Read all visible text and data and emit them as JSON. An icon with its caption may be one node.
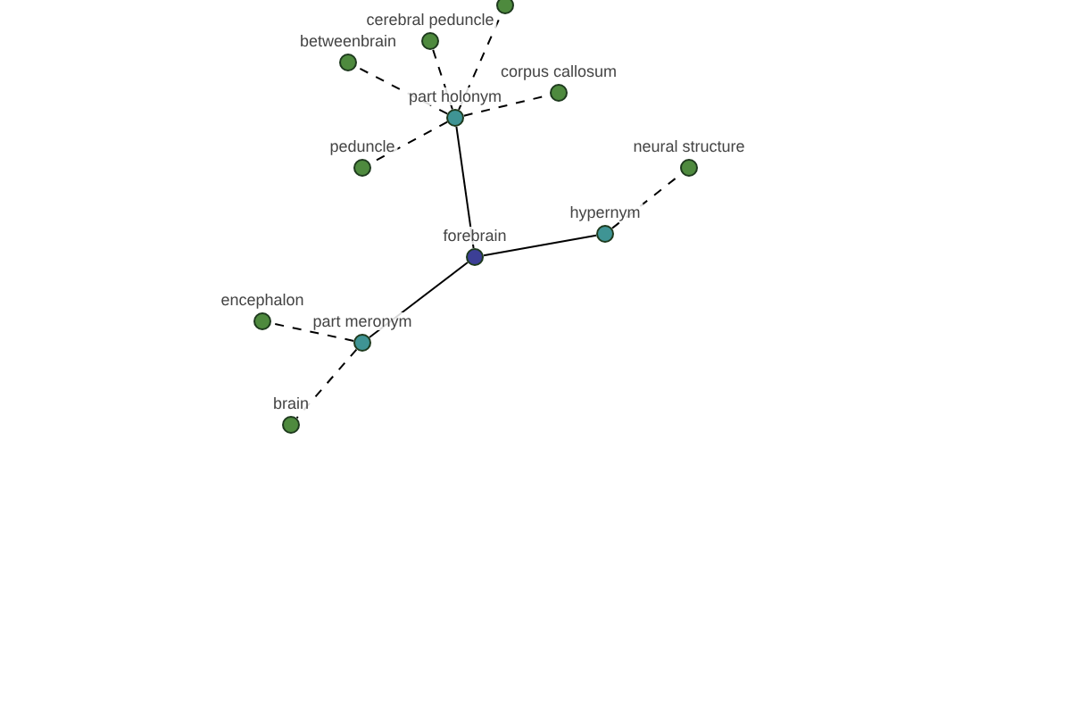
{
  "diagram": {
    "nodes": [
      {
        "text": [],
        "shape": "circle"
      },
      {
        "text": [
          "cerebral peduncle"
        ]
      },
      {
        "text": [
          "betweenbrain"
        ]
      },
      {
        "text": [
          "corpus callosum"
        ]
      },
      {
        "text": [
          "part holonym"
        ]
      },
      {
        "text": [
          "peduncle"
        ]
      },
      {
        "text": [
          "neural structure"
        ]
      },
      {
        "text": [
          "hypernym"
        ]
      },
      {
        "text": [
          "forebrain"
        ]
      },
      {
        "text": [
          "encephalon"
        ]
      },
      {
        "text": [
          "part meronym"
        ]
      },
      {
        "text": [
          "brain"
        ]
      }
    ],
    "edges": [
      {
        "from": 8,
        "to": 4,
        "arrow": "none"
      },
      {
        "from": 8,
        "to": 7,
        "arrow": "none"
      },
      {
        "from": 8,
        "to": 10,
        "arrow": "none"
      },
      {
        "from": 4,
        "to": 0,
        "arrow": "none",
        "style": "dashed"
      },
      {
        "from": 4,
        "to": 1,
        "arrow": "none",
        "style": "dashed"
      },
      {
        "from": 4,
        "to": 2,
        "arrow": "none",
        "style": "dashed"
      },
      {
        "from": 4,
        "to": 3,
        "arrow": "none",
        "style": "dashed"
      },
      {
        "from": 4,
        "to": 5,
        "arrow": "none",
        "style": "dashed"
      },
      {
        "from": 7,
        "to": 6,
        "arrow": "none",
        "style": "dashed"
      },
      {
        "from": 10,
        "to": 9,
        "arrow": "none",
        "style": "dashed"
      },
      {
        "from": 10,
        "to": 11,
        "arrow": "none",
        "style": "dashed"
      }
    ]
  }
}
